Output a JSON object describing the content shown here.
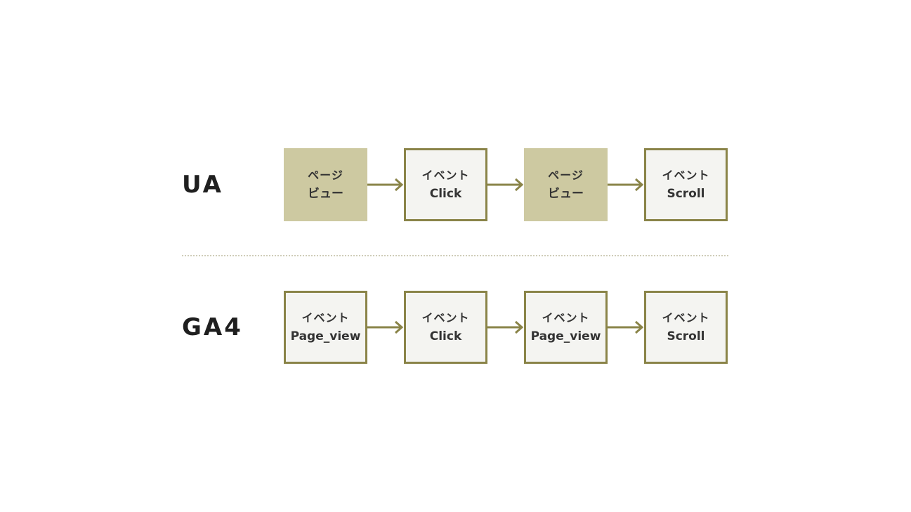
{
  "rows": {
    "ua": {
      "label": "UA",
      "nodes": [
        {
          "line1": "ページ",
          "line2": "ビュー",
          "style": "filled"
        },
        {
          "line1": "イベント",
          "line2": "Click",
          "style": "outlined"
        },
        {
          "line1": "ページ",
          "line2": "ビュー",
          "style": "filled"
        },
        {
          "line1": "イベント",
          "line2": "Scroll",
          "style": "outlined"
        }
      ]
    },
    "ga4": {
      "label": "GA4",
      "nodes": [
        {
          "line1": "イベント",
          "line2": "Page_view",
          "style": "outlined"
        },
        {
          "line1": "イベント",
          "line2": "Click",
          "style": "outlined"
        },
        {
          "line1": "イベント",
          "line2": "Page_view",
          "style": "outlined"
        },
        {
          "line1": "イベント",
          "line2": "Scroll",
          "style": "outlined"
        }
      ]
    }
  },
  "colors": {
    "accent": "#8a8448",
    "filled_node": "#cdc9a1",
    "outlined_node_bg": "#f4f4f1",
    "label_text": "#1f1f1f",
    "node_text": "#333333",
    "divider": "#cfccb8"
  }
}
